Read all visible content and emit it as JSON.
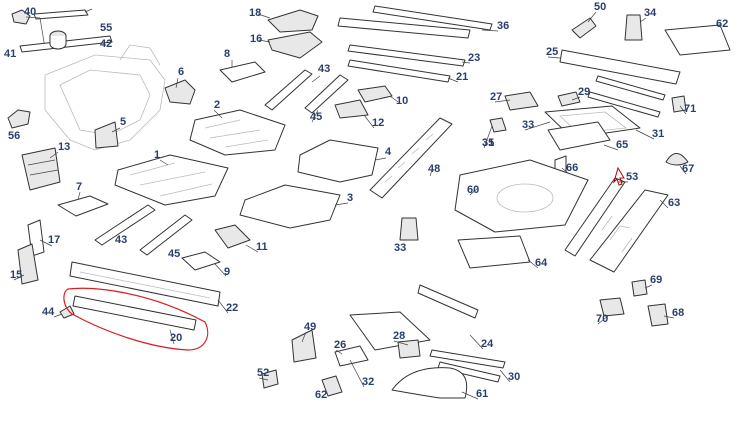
{
  "callouts": [
    "40",
    "55",
    "42",
    "41",
    "56",
    "18",
    "16",
    "8",
    "6",
    "5",
    "13",
    "7",
    "2",
    "1",
    "43",
    "45",
    "10",
    "12",
    "4",
    "3",
    "48",
    "11",
    "9",
    "17",
    "15",
    "22",
    "20",
    "44",
    "36",
    "23",
    "21",
    "50",
    "34",
    "62",
    "25",
    "27",
    "29",
    "33",
    "31",
    "35",
    "65",
    "66",
    "67",
    "60",
    "53",
    "63",
    "64",
    "69",
    "70",
    "68",
    "49",
    "28",
    "26",
    "24",
    "52",
    "32",
    "30",
    "61",
    "71"
  ],
  "highlight_color": "#d81f1f",
  "callout_color": "#2a3f6e"
}
